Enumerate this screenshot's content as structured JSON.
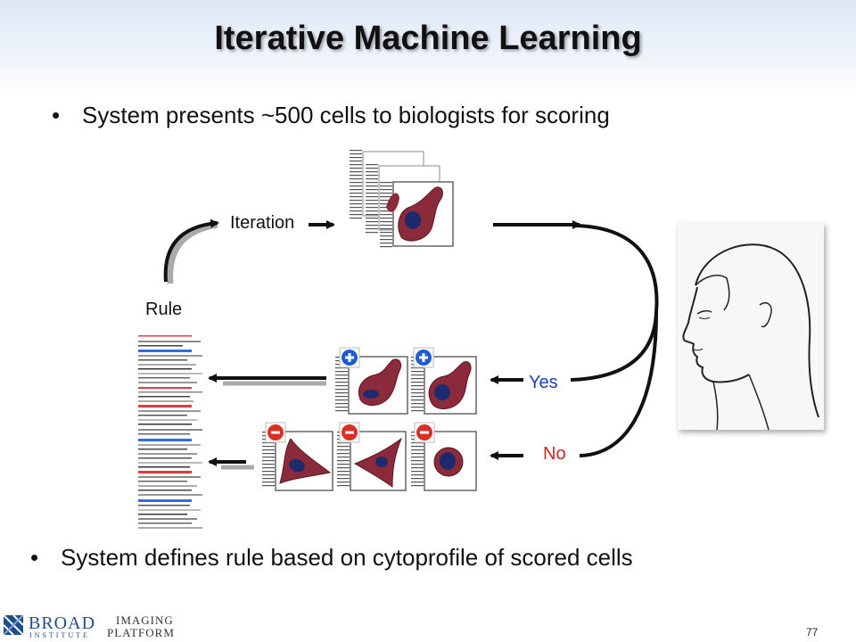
{
  "slide": {
    "title": "Iterative Machine Learning",
    "bullets": [
      "System presents ~500 cells to biologists for scoring",
      "System defines rule based on cytoprofile of scored cells"
    ],
    "bullet_symbol": "•",
    "page_number": "77"
  },
  "diagram": {
    "labels": {
      "iteration": "Iteration",
      "rule": "Rule",
      "yes": "Yes",
      "no": "No"
    },
    "colors": {
      "cell_fill": "#8b2a3a",
      "nucleus_fill": "#1e2a6e",
      "positive_badge": "#1f5bd6",
      "negative_badge": "#d93025",
      "yes_text": "#1a3fbf",
      "no_text": "#e01b1b"
    },
    "badges": {
      "positive": "+",
      "negative": "-"
    }
  },
  "footer": {
    "logo_main": "BROAD",
    "logo_sub": "INSTITUTE",
    "logo_right_line1": "IMAGING",
    "logo_right_line2": "PLATFORM"
  }
}
